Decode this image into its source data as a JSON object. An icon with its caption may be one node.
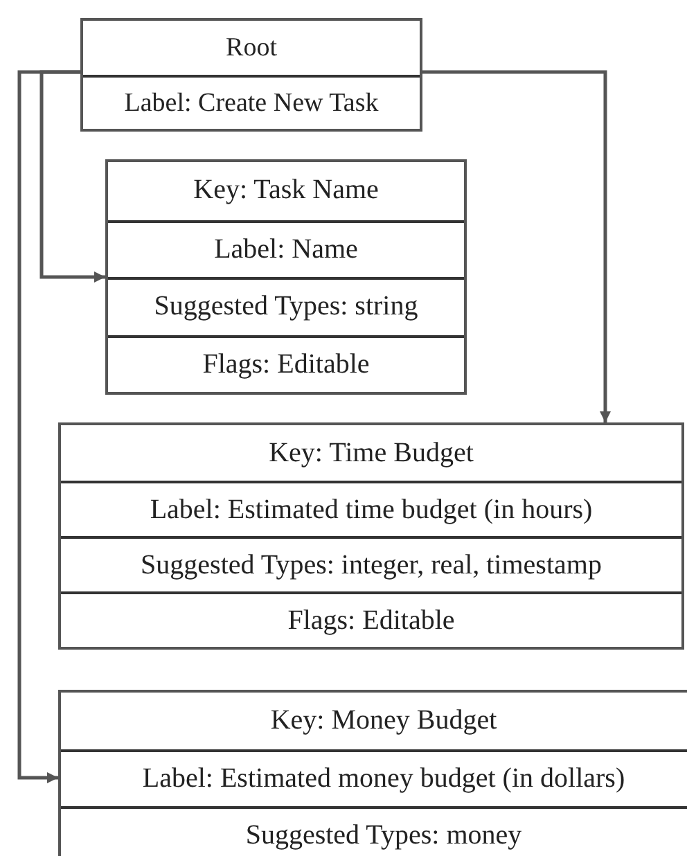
{
  "diagram": {
    "nodes": [
      {
        "text": [
          "Root",
          "Label: Create New Task"
        ]
      },
      {
        "text": [
          "Key: Task Name",
          "Label: Name",
          "Suggested Types: string",
          "Flags: Editable"
        ]
      },
      {
        "text": [
          "Key: Time Budget",
          "Label: Estimated time budget (in hours)",
          "Suggested Types: integer, real, timestamp",
          "Flags: Editable"
        ]
      },
      {
        "text": [
          "Key: Money Budget",
          "Label: Estimated money budget (in dollars)",
          "Suggested Types: money"
        ]
      }
    ],
    "edges": [
      {
        "from": 0,
        "to": 1,
        "arrow": "to"
      },
      {
        "from": 0,
        "to": 2,
        "arrow": "to"
      },
      {
        "from": 0,
        "to": 3,
        "arrow": "to"
      }
    ]
  }
}
